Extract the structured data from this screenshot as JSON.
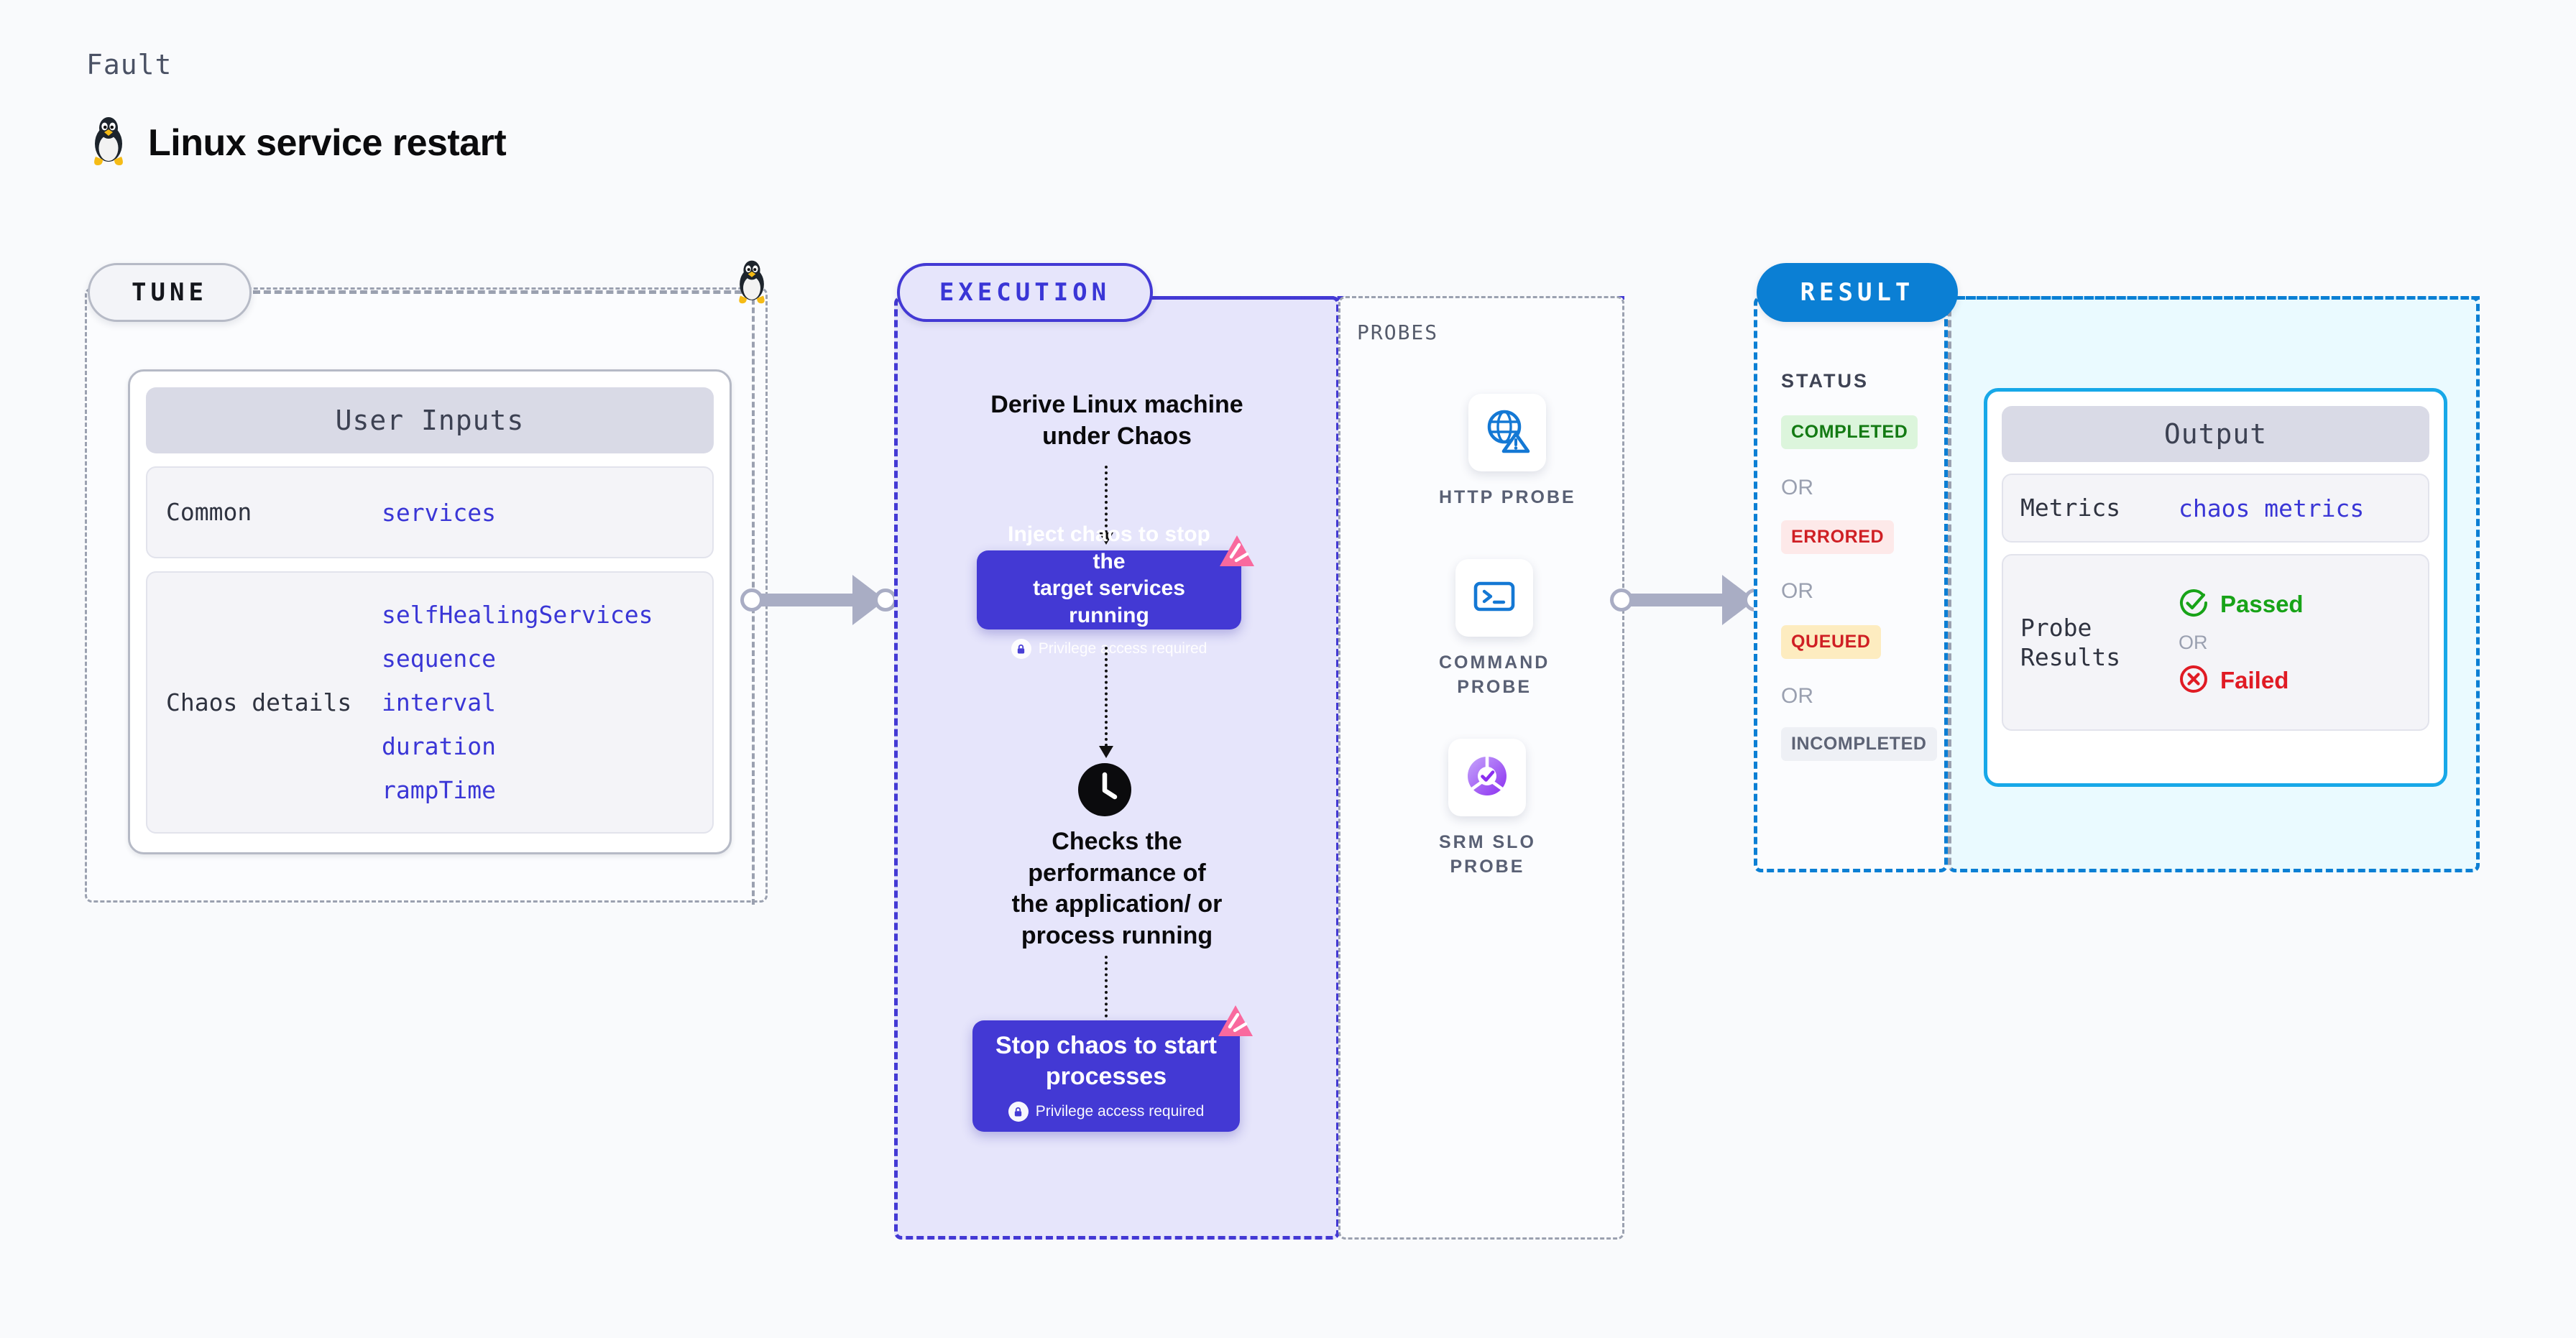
{
  "header": {
    "kicker": "Fault",
    "title": "Linux service restart",
    "icon": "linux-penguin-icon"
  },
  "stages": {
    "tune": {
      "pill_label": "TUNE",
      "panel": {
        "heading": "User Inputs",
        "rows": [
          {
            "key": "Common",
            "values": [
              "services"
            ]
          },
          {
            "key": "Chaos details",
            "values": [
              "selfHealingServices",
              "sequence",
              "interval",
              "duration",
              "rampTime"
            ]
          }
        ]
      }
    },
    "execution": {
      "pill_label": "EXECUTION",
      "step_1_text": "Derive Linux machine\nunder Chaos",
      "card_1": {
        "title": "Inject chaos to stop the\ntarget services running",
        "note": "Privilege access required",
        "icon": "lock-icon",
        "corner_icon": "harness-triangle-icon"
      },
      "clock_icon": "clock-icon",
      "step_2_text": "Checks the\nperformance of\nthe application/ or\nprocess running",
      "card_2": {
        "title": "Stop chaos to start\nprocesses",
        "note": "Privilege access required",
        "icon": "lock-icon",
        "corner_icon": "harness-triangle-icon"
      }
    },
    "probes": {
      "section_label": "PROBES",
      "items": [
        {
          "label": "HTTP PROBE",
          "icon": "globe-warning-icon"
        },
        {
          "label": "COMMAND\nPROBE",
          "icon": "terminal-icon"
        },
        {
          "label": "SRM SLO\nPROBE",
          "icon": "slo-donut-check-icon"
        }
      ]
    },
    "result": {
      "pill_label": "RESULT",
      "status_label": "STATUS",
      "or_label": "OR",
      "statuses": [
        {
          "label": "COMPLETED",
          "text_color": "#137a13",
          "bg_color": "#dcf5dc"
        },
        {
          "label": "ERRORED",
          "text_color": "#cf1f24",
          "bg_color": "#fde9e9"
        },
        {
          "label": "QUEUED",
          "text_color": "#cf1f24",
          "bg_color": "#fdecc0"
        },
        {
          "label": "INCOMPLETED",
          "text_color": "#5d6375",
          "bg_color": "#eef0f5"
        }
      ],
      "output": {
        "heading": "Output",
        "metrics_key": "Metrics",
        "metrics_value": "chaos metrics",
        "probe_results_key": "Probe\nResults",
        "passed_label": "Passed",
        "failed_label": "Failed",
        "or_label": "OR",
        "passed_icon": "check-circle-icon",
        "failed_icon": "x-circle-icon"
      }
    }
  },
  "colors": {
    "page_background": "#f9fafc",
    "tune_border": "#9ba1b0",
    "execution_border": "#4339d4",
    "execution_fill": "#e6e5fb",
    "probes_border": "#9ba1b0",
    "result_border": "#0b7fd4",
    "result_fill": "#eafaff",
    "chaos_card": "#4339d4",
    "accent_blue": "#1478d4",
    "value_blue": "#3a36d6",
    "connector_grey": "#a9adc4",
    "pass_green": "#18a318",
    "fail_red": "#e01b24",
    "harness_pink": "#f9699e"
  }
}
